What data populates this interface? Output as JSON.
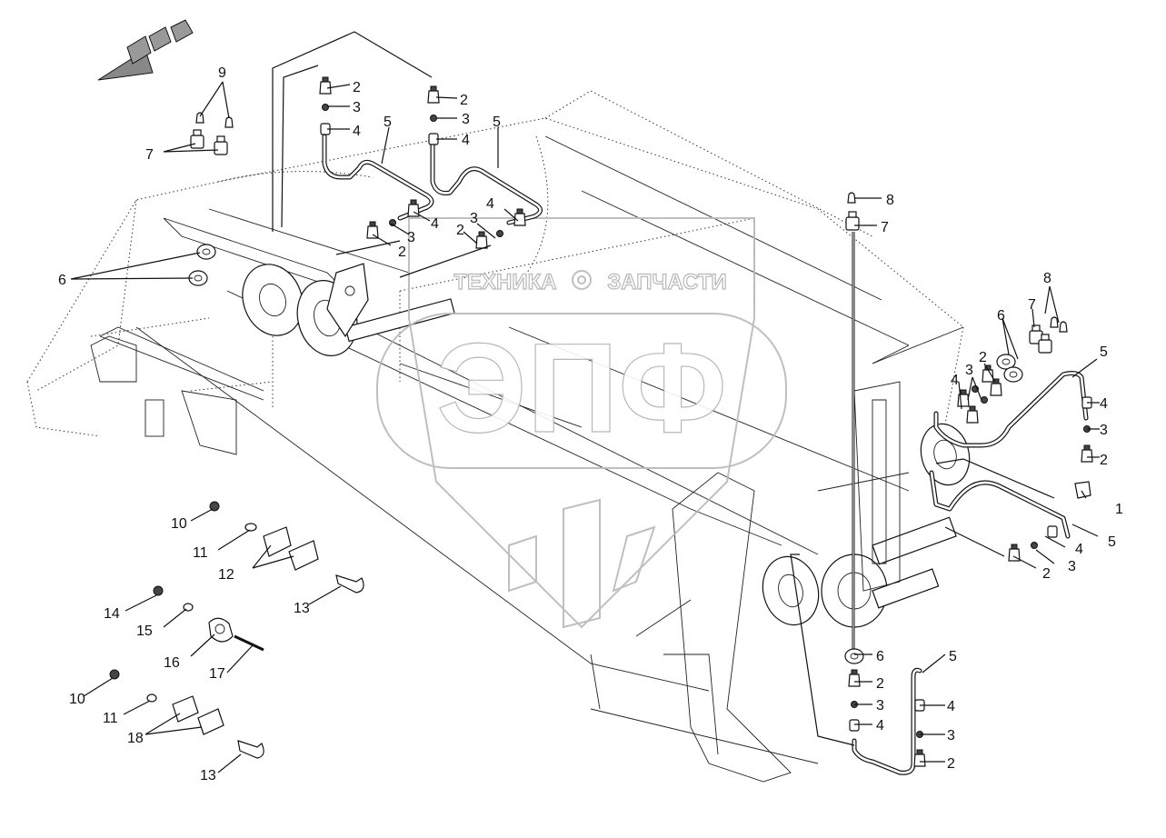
{
  "watermark": {
    "brand": "ЭПФ",
    "left_text": "ТЕХНИКА",
    "right_text": "ЗАПЧАСТИ",
    "gear_icon": "gear-icon",
    "color": "#b9b9b9"
  },
  "callouts": [
    {
      "id": "c9a",
      "text": "9"
    },
    {
      "id": "c7a",
      "text": "7"
    },
    {
      "id": "c6a",
      "text": "6"
    },
    {
      "id": "c2a",
      "text": "2"
    },
    {
      "id": "c3a",
      "text": "3"
    },
    {
      "id": "c4a",
      "text": "4"
    },
    {
      "id": "c5a",
      "text": "5"
    },
    {
      "id": "c2b",
      "text": "2"
    },
    {
      "id": "c3b",
      "text": "3"
    },
    {
      "id": "c4b",
      "text": "4"
    },
    {
      "id": "c5b",
      "text": "5"
    },
    {
      "id": "c4c",
      "text": "4"
    },
    {
      "id": "c3c",
      "text": "3"
    },
    {
      "id": "c2c",
      "text": "2"
    },
    {
      "id": "c4d",
      "text": "4"
    },
    {
      "id": "c3d",
      "text": "3"
    },
    {
      "id": "c2d",
      "text": "2"
    },
    {
      "id": "c8a",
      "text": "8"
    },
    {
      "id": "c7b",
      "text": "7"
    },
    {
      "id": "c6b",
      "text": "6"
    },
    {
      "id": "c7c",
      "text": "7"
    },
    {
      "id": "c8b",
      "text": "8"
    },
    {
      "id": "c2e",
      "text": "2"
    },
    {
      "id": "c3e",
      "text": "3"
    },
    {
      "id": "c4e",
      "text": "4"
    },
    {
      "id": "c5c",
      "text": "5"
    },
    {
      "id": "c4f",
      "text": "4"
    },
    {
      "id": "c3f",
      "text": "3"
    },
    {
      "id": "c2f",
      "text": "2"
    },
    {
      "id": "c1a",
      "text": "1"
    },
    {
      "id": "c5d",
      "text": "5"
    },
    {
      "id": "c4g",
      "text": "4"
    },
    {
      "id": "c3g",
      "text": "3"
    },
    {
      "id": "c2g",
      "text": "2"
    },
    {
      "id": "c6c",
      "text": "6"
    },
    {
      "id": "c2h",
      "text": "2"
    },
    {
      "id": "c3h",
      "text": "3"
    },
    {
      "id": "c4h",
      "text": "4"
    },
    {
      "id": "c5e",
      "text": "5"
    },
    {
      "id": "c4i",
      "text": "4"
    },
    {
      "id": "c3i",
      "text": "3"
    },
    {
      "id": "c2i",
      "text": "2"
    },
    {
      "id": "c10a",
      "text": "10"
    },
    {
      "id": "c11a",
      "text": "11"
    },
    {
      "id": "c12a",
      "text": "12"
    },
    {
      "id": "c13a",
      "text": "13"
    },
    {
      "id": "c14a",
      "text": "14"
    },
    {
      "id": "c15a",
      "text": "15"
    },
    {
      "id": "c16a",
      "text": "16"
    },
    {
      "id": "c17a",
      "text": "17"
    },
    {
      "id": "c10b",
      "text": "10"
    },
    {
      "id": "c11b",
      "text": "11"
    },
    {
      "id": "c18a",
      "text": "18"
    },
    {
      "id": "c13b",
      "text": "13"
    }
  ],
  "direction_arrow_icon": "direction-arrow-icon"
}
